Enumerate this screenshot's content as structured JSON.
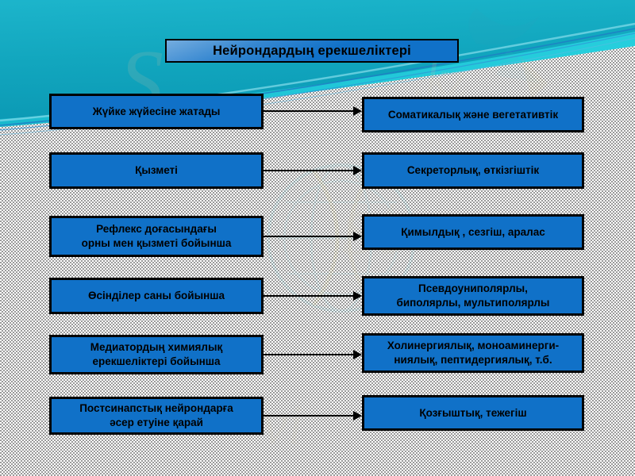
{
  "slide": {
    "title": "Нейрондардың ерекшеліктері",
    "colors": {
      "box_fill": "#1071c8",
      "box_border": "#000000",
      "text": "#000000",
      "header_teal_light": "#22c1d4",
      "header_teal_dark": "#0a93b0",
      "background_dither_light": "#ffffff",
      "background_dither_mid": "#9a9a9a",
      "background_dither_dark": "#4f4f4f"
    }
  },
  "rows": [
    {
      "left": "Жүйке жүйесіне жатады",
      "right": "Соматикалық  және вегетативтік"
    },
    {
      "left": "Қызметі",
      "right": "Секреторлық, өткізгіштік"
    },
    {
      "left": "Рефлекс доғасындағы\nорны мен қызметі бойынша",
      "right": "Қимылдық , сезгіш, аралас"
    },
    {
      "left": "Өсінділер саны бойынша",
      "right": "Псевдоуниполярлы,\nбиполярлы, мультиполярлы"
    },
    {
      "left": "Медиатордың химиялық\nерекшеліктері бойынша",
      "right": "Холинергиялық, моноаминерги-\nниялық, пептидергиялық, т.б."
    },
    {
      "left": "Постсинапстық нейрондарға\nәсер етуіне қарай",
      "right": "Қозғыштық, тежегіш"
    }
  ]
}
